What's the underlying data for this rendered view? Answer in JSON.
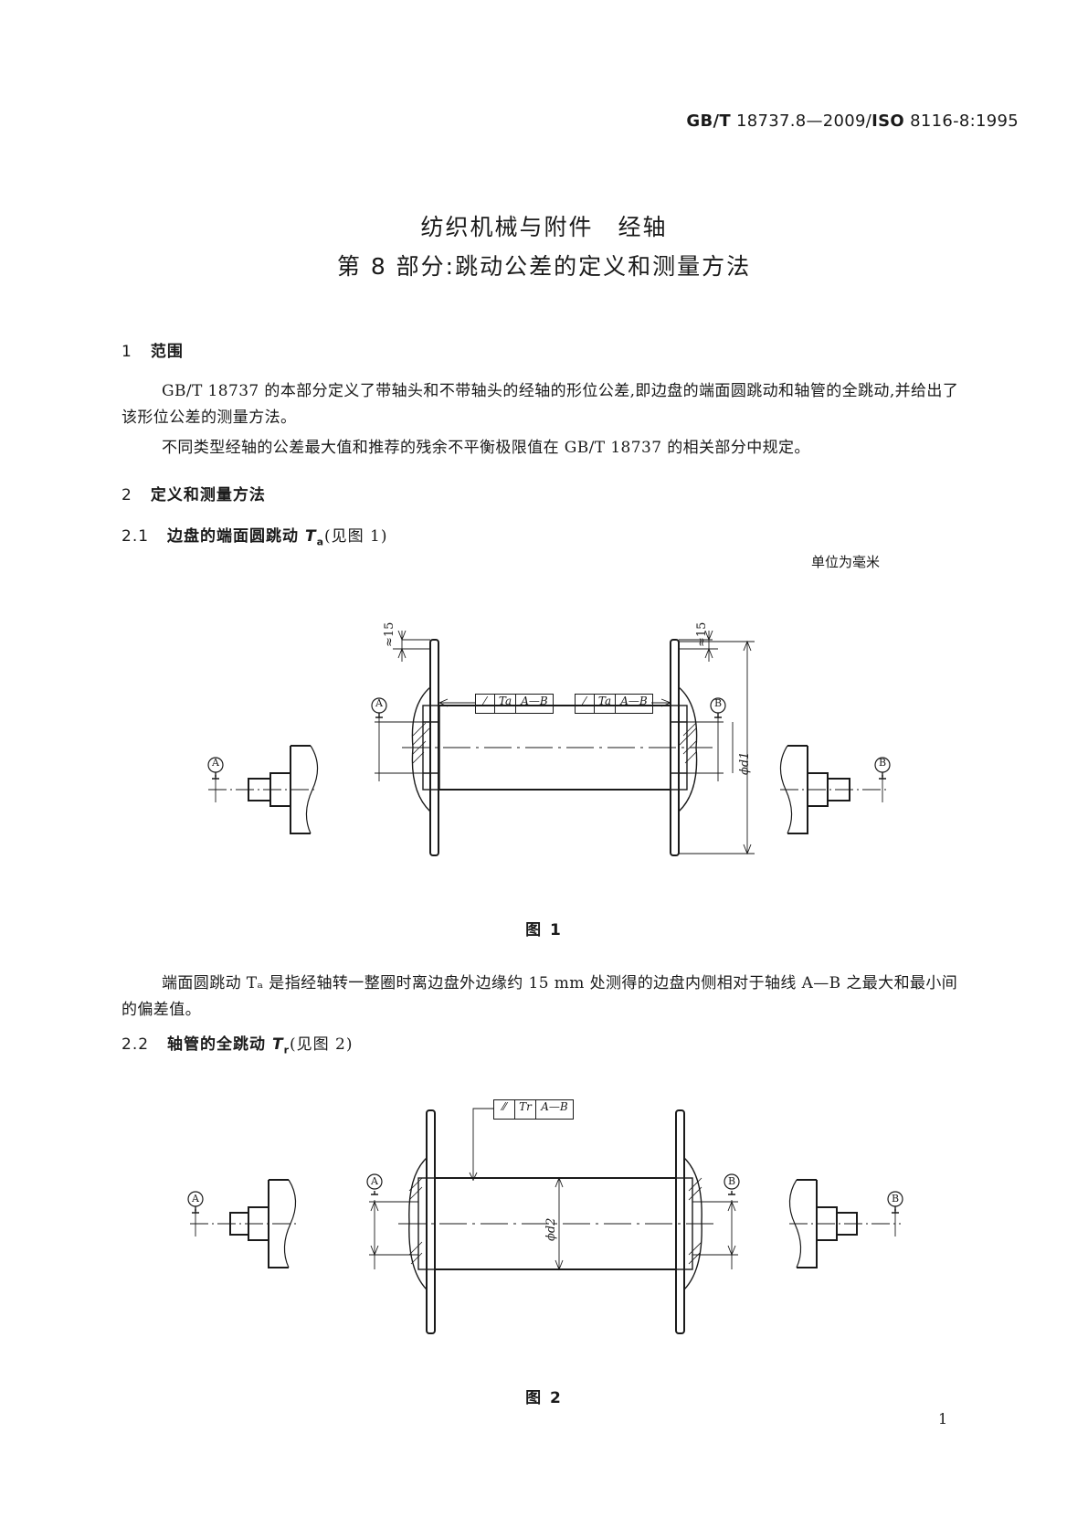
{
  "header": {
    "code_part1": "GB/T",
    "code_part2": " 18737.8—2009/",
    "code_part3": "ISO",
    "code_part4": " 8116-8:1995"
  },
  "title": {
    "line1": "纺织机械与附件　经轴",
    "line2": "第 8 部分:跳动公差的定义和测量方法"
  },
  "sections": {
    "s1": {
      "num": "1",
      "title": "范围"
    },
    "s1_p1": "GB/T 18737 的本部分定义了带轴头和不带轴头的经轴的形位公差,即边盘的端面圆跳动和轴管的全跳动,并给出了该形位公差的测量方法。",
    "s1_p2": "不同类型经轴的公差最大值和推荐的残余不平衡极限值在 GB/T 18737 的相关部分中规定。",
    "s2": {
      "num": "2",
      "title": "定义和测量方法"
    },
    "s21": {
      "num": "2.1",
      "title": "边盘的端面圆跳动 ",
      "sym": "T",
      "sub": "a",
      "ref": "(见图 1)"
    },
    "unit": "单位为毫米",
    "fig1_caption": "图 1",
    "s21_p": "端面圆跳动 Tₐ 是指经轴转一整圈时离边盘外边缘约 15 mm 处测得的边盘内侧相对于轴线 A—B 之最大和最小间的偏差值。",
    "s22": {
      "num": "2.2",
      "title": "轴管的全跳动 ",
      "sym": "T",
      "sub": "r",
      "ref": "(见图 2)"
    },
    "fig2_caption": "图 2"
  },
  "figure1": {
    "dim_left": "≈15",
    "dim_right": "≈15",
    "tol_symbol": "Ta",
    "tol_ref": "A—B",
    "datum_a": "A",
    "datum_b": "B",
    "diameter": "ϕd1"
  },
  "figure2": {
    "tol_symbol": "Tr",
    "tol_ref": "A—B",
    "datum_a": "A",
    "datum_b": "B",
    "diameter": "ϕd2"
  },
  "footer": {
    "page": "1"
  }
}
